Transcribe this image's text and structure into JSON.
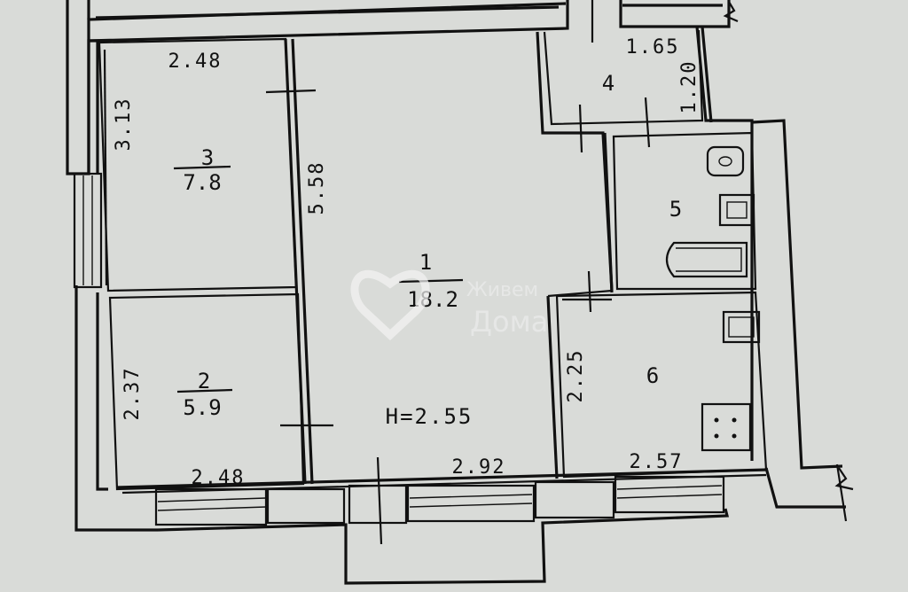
{
  "rooms": [
    {
      "id": "1",
      "number": "1",
      "area": "18.2"
    },
    {
      "id": "2",
      "number": "2",
      "area": "5.9"
    },
    {
      "id": "3",
      "number": "3",
      "area": "7.8"
    },
    {
      "id": "4",
      "number": "4"
    },
    {
      "id": "5",
      "number": "5"
    },
    {
      "id": "6",
      "number": "6"
    }
  ],
  "dimensions": {
    "room3_width": "2.48",
    "room3_length": "3.13",
    "room1_length": "5.58",
    "room4_width": "1.65",
    "room4_length": "1.20",
    "room2_length": "2.37",
    "room2_width": "2.48",
    "room1_width": "2.92",
    "room6_length": "2.25",
    "room6_width": "2.57"
  },
  "ceiling_height": "H=2.55",
  "watermark": {
    "line1": "Живем",
    "line2": "Дома"
  }
}
